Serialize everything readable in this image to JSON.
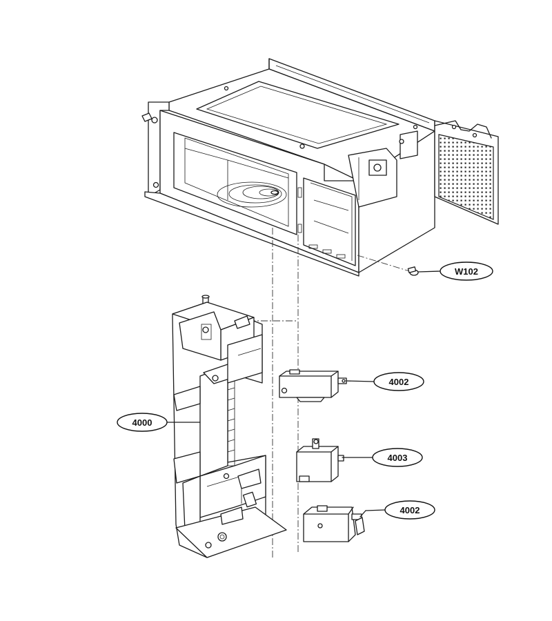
{
  "callouts": {
    "w102": "W102",
    "part_4000": "4000",
    "part_4002_top": "4002",
    "part_4003": "4003",
    "part_4002_bottom": "4002"
  }
}
